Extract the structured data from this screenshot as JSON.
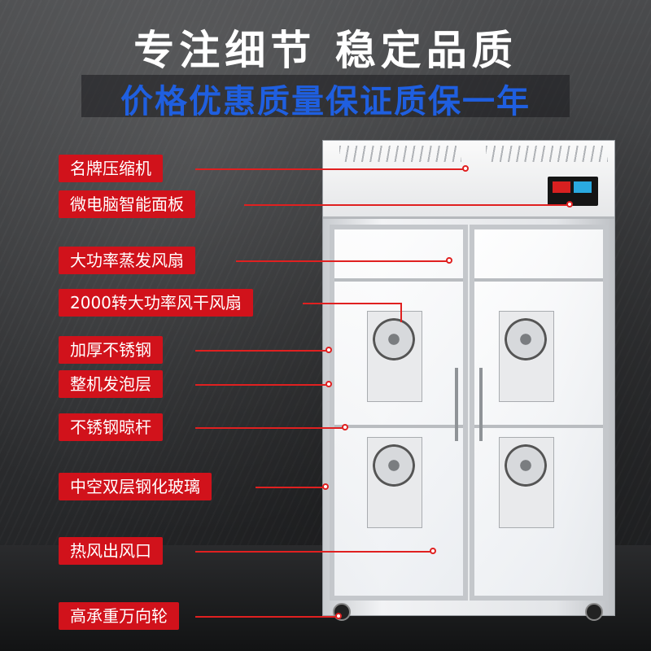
{
  "headline": "专注细节  稳定品质",
  "subheadline": "价格优惠质量保证质保一年",
  "callouts": [
    "名牌压缩机",
    "微电脑智能面板",
    "大功率蒸发风扇",
    "2000转大功率风干风扇",
    "加厚不锈钢",
    "整机发泡层",
    "不锈钢晾杆",
    "中空双层钢化玻璃",
    "热风出风口",
    "高承重万向轮"
  ],
  "colors": {
    "callout_bg": "#d1121b",
    "subheadline": "#1f5fe0",
    "leader_line": "#e02020"
  }
}
